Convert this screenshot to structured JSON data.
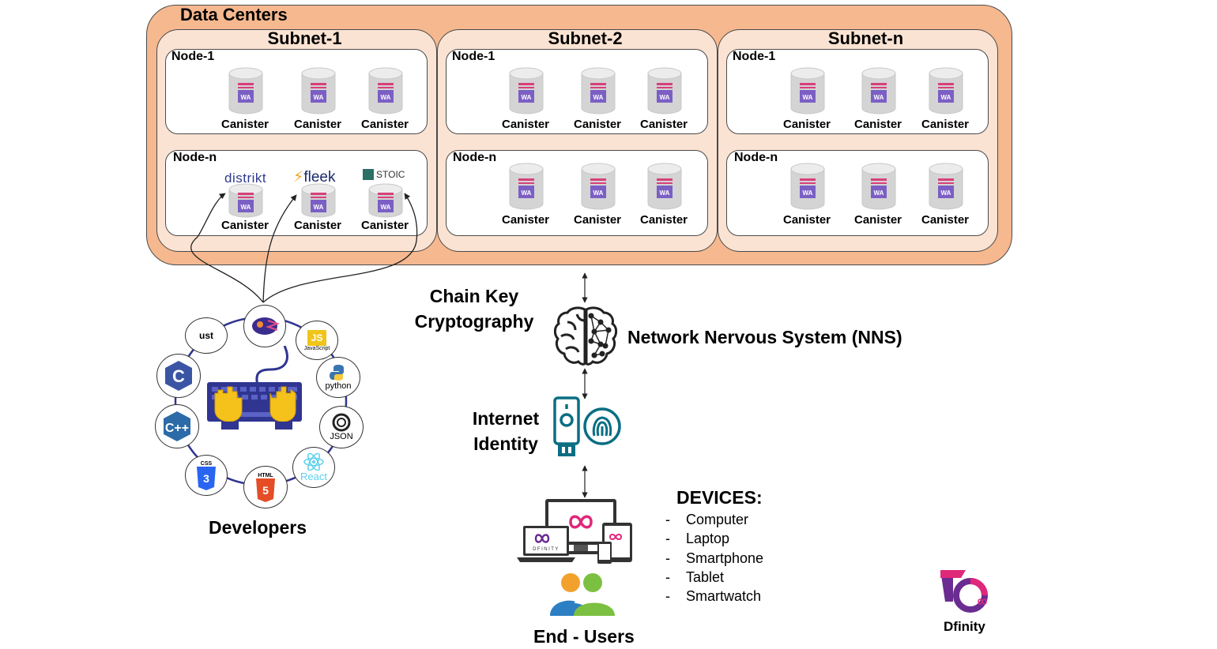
{
  "data_centers": {
    "title": "Data Centers",
    "subnets": [
      {
        "title": "Subnet-1",
        "nodes": [
          {
            "title": "Node-1",
            "canisters": [
              "Canister",
              "Canister",
              "Canister"
            ]
          },
          {
            "title": "Node-n",
            "canisters": [
              "Canister",
              "Canister",
              "Canister"
            ]
          }
        ]
      },
      {
        "title": "Subnet-2",
        "nodes": [
          {
            "title": "Node-1",
            "canisters": [
              "Canister",
              "Canister",
              "Canister"
            ]
          },
          {
            "title": "Node-n",
            "canisters": [
              "Canister",
              "Canister",
              "Canister"
            ]
          }
        ]
      },
      {
        "title": "Subnet-n",
        "nodes": [
          {
            "title": "Node-1",
            "canisters": [
              "Canister",
              "Canister",
              "Canister"
            ]
          },
          {
            "title": "Node-n",
            "canisters": [
              "Canister",
              "Canister",
              "Canister"
            ]
          }
        ]
      }
    ],
    "canister_badge": "WA",
    "dapps": [
      "distrikt",
      "fleek",
      "STOIC"
    ]
  },
  "chain_key": {
    "line1": "Chain Key",
    "line2": "Cryptography"
  },
  "nns": {
    "label": "Network Nervous System (NNS)"
  },
  "internet_identity": {
    "line1": "Internet",
    "line2": "Identity"
  },
  "developers": {
    "label": "Developers",
    "languages": [
      "ust",
      "JS",
      "JavaScript",
      "python",
      "JSON",
      "React",
      "HTML",
      "CSS",
      "C",
      "C++"
    ]
  },
  "devices": {
    "title": "DEVICES:",
    "items": [
      "Computer",
      "Laptop",
      "Smartphone",
      "Tablet",
      "Smartwatch"
    ],
    "dash": "-",
    "laptop_brand": "DFINITY"
  },
  "end_users": {
    "label": "End - Users"
  },
  "brand": {
    "label": "Dfinity"
  },
  "colors": {
    "dc_fill": "#f6b88f",
    "subnet_fill": "#fbe3d3",
    "canister_purple": "#7b5fc4",
    "canister_stripe": "#d8407a",
    "dfinity_pink": "#e0287a",
    "dfinity_purple": "#6a2c91",
    "brain": "#222222",
    "identity_teal": "#0b6e83"
  }
}
